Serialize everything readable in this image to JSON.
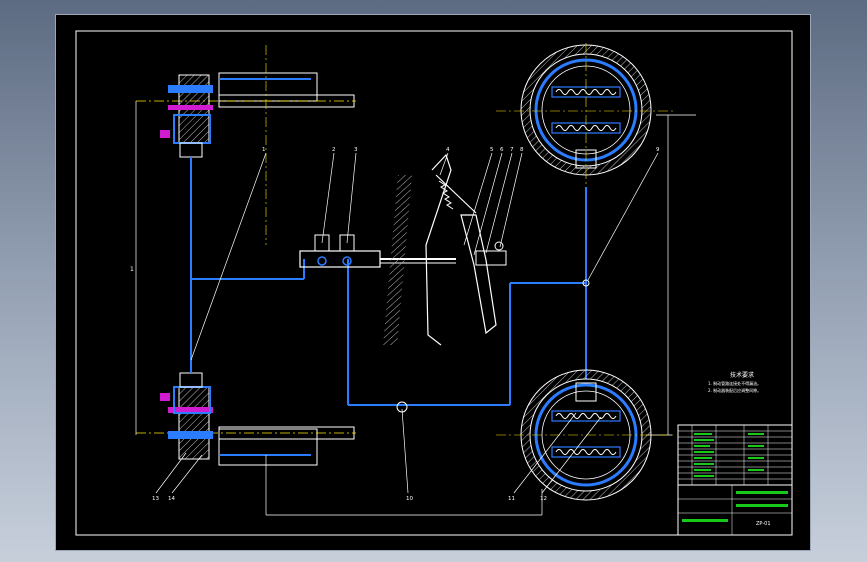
{
  "drawing": {
    "part_callouts": [
      "1",
      "2",
      "3",
      "4",
      "5",
      "6",
      "7",
      "8",
      "9",
      "10",
      "11",
      "12",
      "13",
      "14"
    ],
    "tech_req_title": "技术要求",
    "tech_req_lines": [
      "1. 制动管路连接处不得漏油。",
      "2. 制动器装配后应调整间隙。"
    ],
    "drawing_number": "ZP-01",
    "dimension_labels": [
      "1"
    ]
  },
  "colors": {
    "background": "#000000",
    "frame": "#ffffff",
    "pipe": "#2b7cff",
    "outline": "#ffffff",
    "friction": "#4d8cff",
    "seal": "#d01bd0",
    "centerline": "#ffe600",
    "accent_green": "#19c919"
  }
}
